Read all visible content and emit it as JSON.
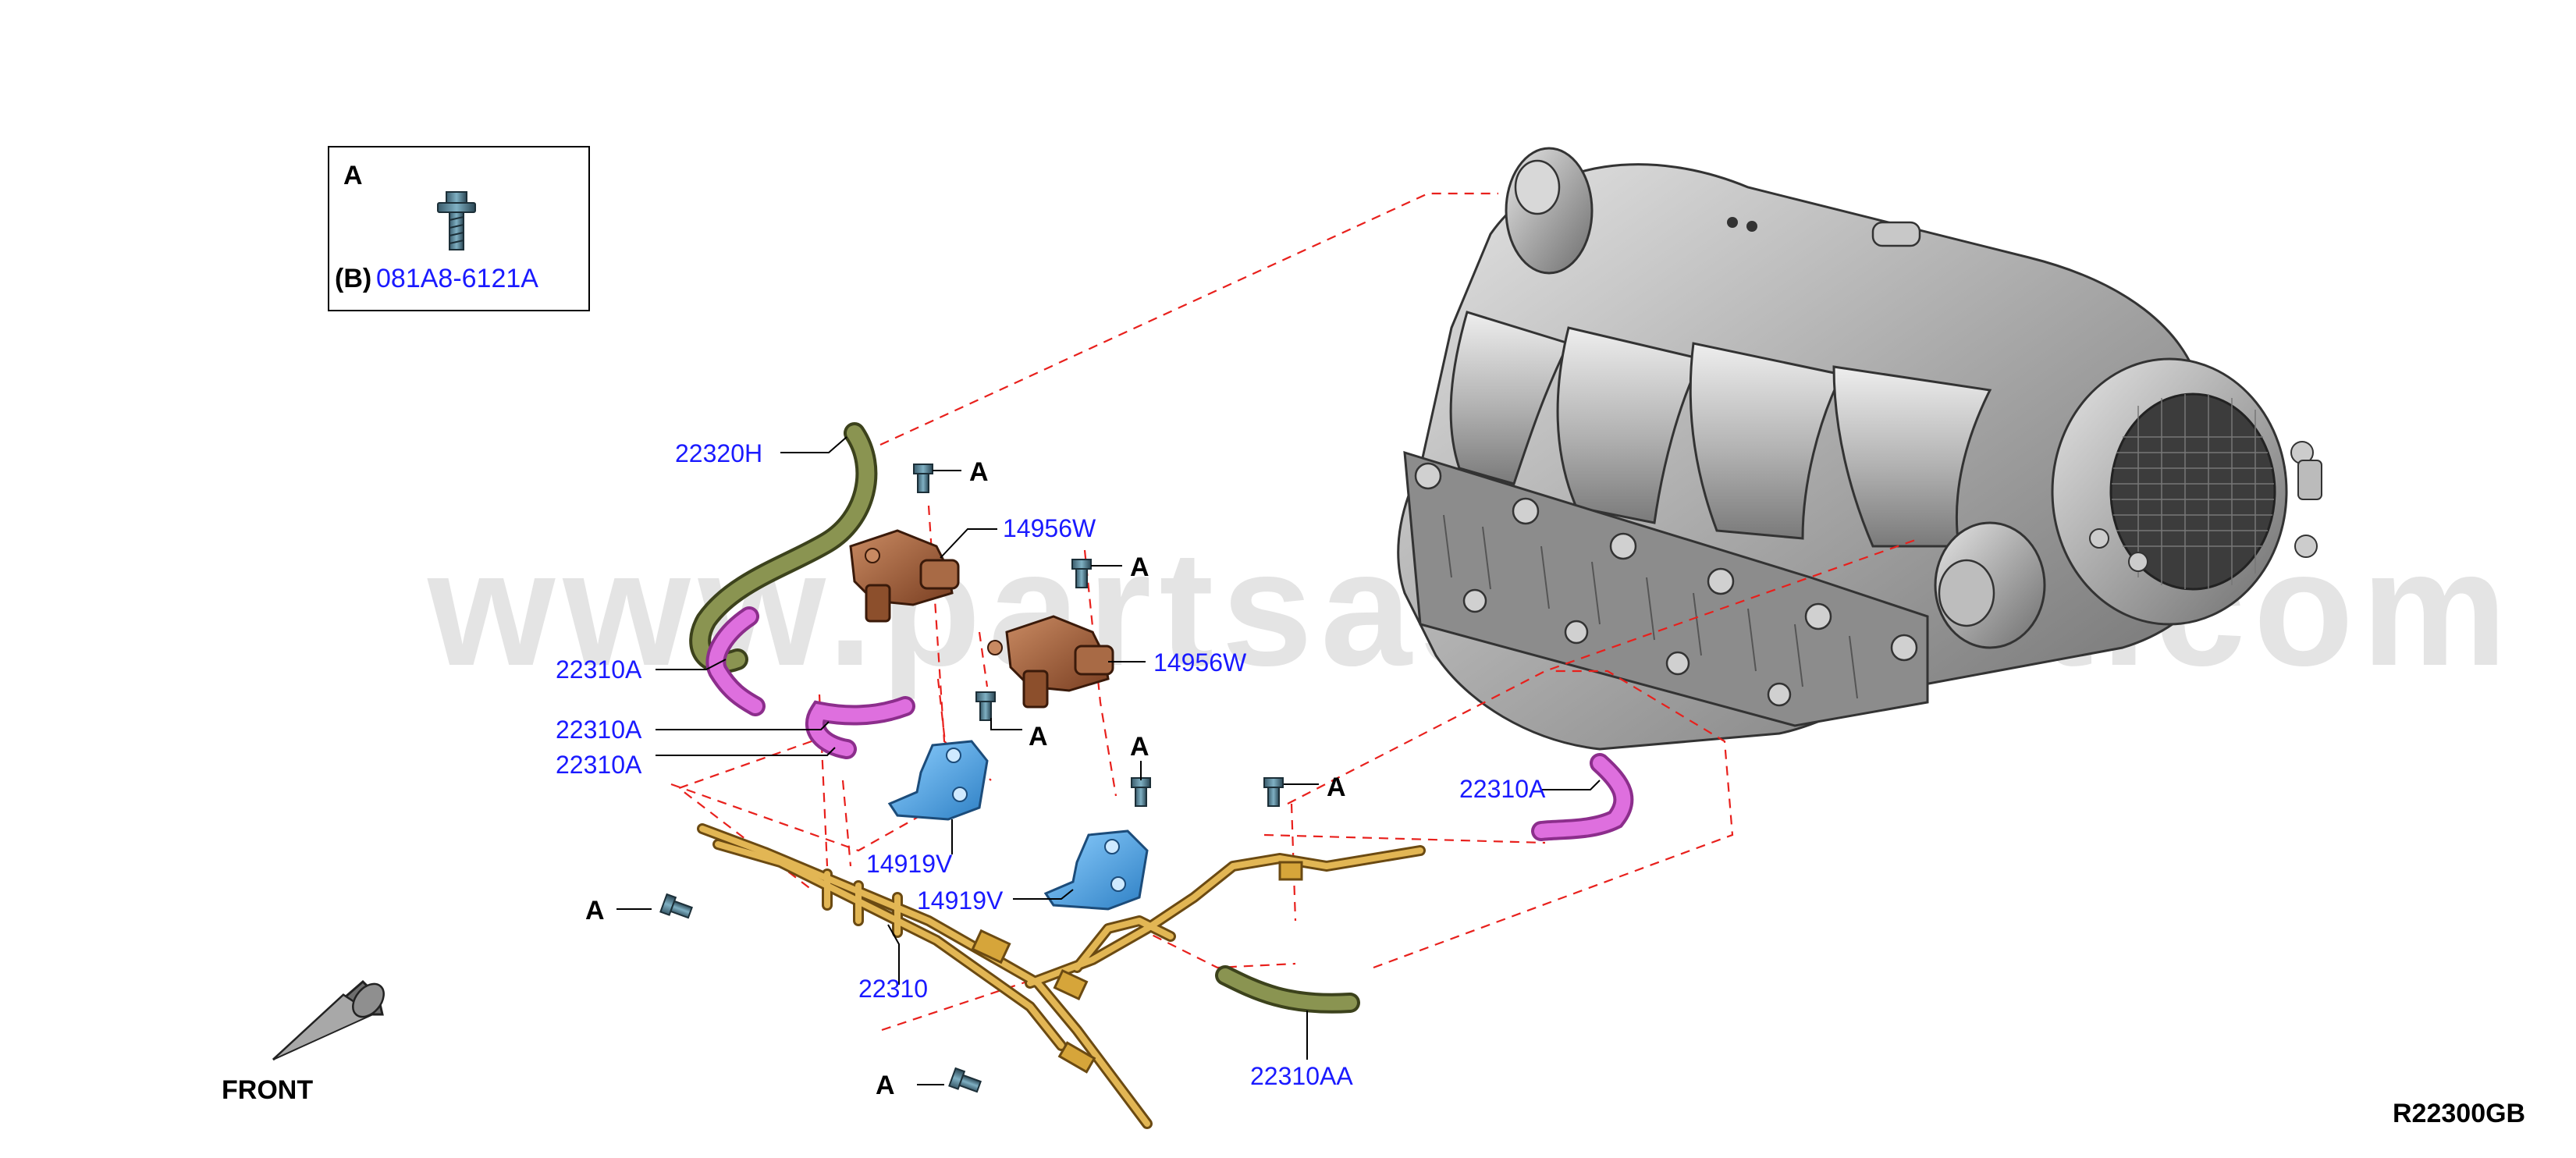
{
  "legend": {
    "marker": "A",
    "prefix": "(B)",
    "part": "081A8-6121A"
  },
  "watermark": "www.partsassistant.com",
  "front_label": "FRONT",
  "diagram_code": "R22300GB",
  "colors": {
    "callout": "#1a1aff",
    "dash": "#e8201c",
    "tube": "#d6a53a",
    "valve": "#9c5a34",
    "bracket": "#4aa3e6",
    "hose_pink": "#d45ad4",
    "hose_green": "#6f7a3b",
    "manifold": "#a8a8a8"
  },
  "callouts": [
    {
      "id": "22320h",
      "text": "22320H"
    },
    {
      "id": "14956w-upper",
      "text": "14956W"
    },
    {
      "id": "14956w-lower",
      "text": "14956W"
    },
    {
      "id": "22310a-1",
      "text": "22310A"
    },
    {
      "id": "22310a-2",
      "text": "22310A"
    },
    {
      "id": "22310a-3",
      "text": "22310A"
    },
    {
      "id": "22310a-4",
      "text": "22310A"
    },
    {
      "id": "14919v-1",
      "text": "14919V"
    },
    {
      "id": "14919v-2",
      "text": "14919V"
    },
    {
      "id": "22310",
      "text": "22310"
    },
    {
      "id": "22310aa",
      "text": "22310AA"
    }
  ],
  "markers": [
    "A",
    "A",
    "A",
    "A",
    "A",
    "A",
    "A",
    "A"
  ]
}
